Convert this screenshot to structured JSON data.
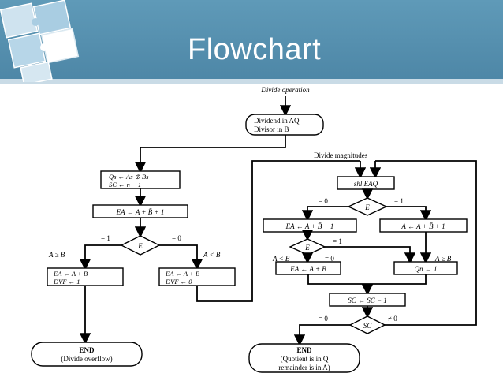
{
  "slide": {
    "title": "Flowchart"
  },
  "flowchart": {
    "start_label": "Divide operation",
    "init_box": [
      "Dividend in AQ",
      "Divisor in B"
    ],
    "qs_box": [
      "Qs ← As ⊕ Bs",
      "SC ← n − 1"
    ],
    "ea_box": "EA ← A + B̄ + 1",
    "e_left": "E",
    "e_left_yes": "= 1",
    "e_left_no": "= 0",
    "a_ge_b": "A ≥ B",
    "a_lt_b": "A < B",
    "overflow_box": [
      "EA ← A + B",
      "DVF ← 1"
    ],
    "no_overflow_box": [
      "EA ← A + B",
      "DVF ← 0"
    ],
    "end_overflow": [
      "END",
      "(Divide overflow)"
    ],
    "divide_magnitudes": "Divide magnitudes",
    "shl_box": "shl EAQ",
    "e_mid": "E",
    "e_mid_zero": "= 0",
    "e_mid_one": "= 1",
    "sub_left_box": "EA ← A + B̄ + 1",
    "sub_right_box": "A ← A + B̄ + 1",
    "e_low": "E",
    "e_low_one": "= 1",
    "e_low_zero": "= 0",
    "a_lt_b_2": "A < B",
    "a_ge_b_2": "A ≥ B",
    "restore_box": "EA ← A + B",
    "qn_box": "Qn ← 1",
    "sc_box": "SC ← SC − 1",
    "sc_diamond": "SC",
    "sc_zero": "= 0",
    "sc_nonzero": "≠ 0",
    "end_final": [
      "END",
      "(Quotient is in Q",
      "remainder is in A)"
    ]
  }
}
